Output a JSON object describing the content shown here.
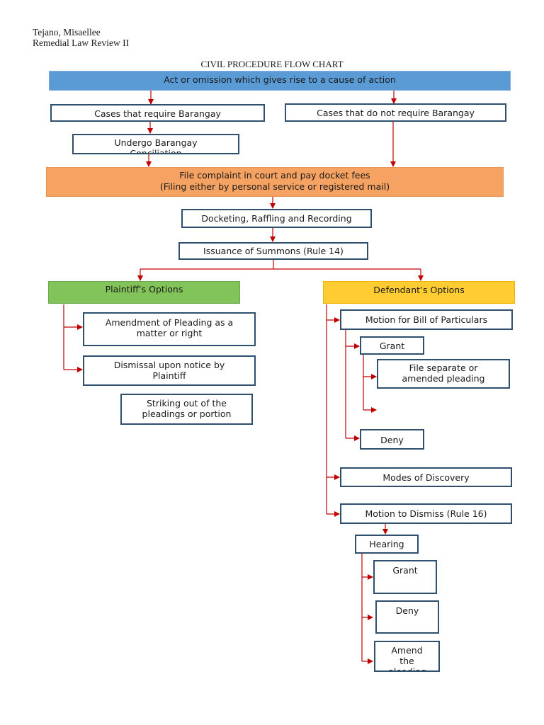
{
  "header": {
    "author": "Tejano, Misaellee",
    "course": "Remedial Law Review II"
  },
  "title": "CIVIL PROCEDURE FLOW CHART",
  "nodes": {
    "cause": "Act or omission which gives rise to a cause of action",
    "require_barangay": "Cases that require Barangay",
    "no_barangay": "Cases that do not require Barangay",
    "barangay_conciliation": "Undergo Barangay Conciliation",
    "file_complaint_1": "File complaint in court and pay docket fees",
    "file_complaint_2": "(Filing either by personal service or registered mail)",
    "docketing": "Docketing, Raffling and Recording",
    "summons": "Issuance of Summons (Rule 14)",
    "plaintiff_options": "Plaintiff’s Options",
    "defendant_options": "Defendant’s Options",
    "amendment": "Amendment of Pleading as a matter or right",
    "dismissal_notice": "Dismissal upon notice by Plaintiff",
    "striking": "Striking out of the pleadings or portion",
    "bill_particulars": "Motion for Bill of Particulars",
    "bp_grant": "Grant",
    "file_separate": "File separate or amended pleading",
    "bp_deny": "Deny",
    "discovery": "Modes of Discovery",
    "motion_dismiss": "Motion to Dismiss (Rule 16)",
    "hearing": "Hearing",
    "md_grant": "Grant",
    "md_deny": "Deny",
    "md_amend": "Amend the pleading"
  },
  "colors": {
    "arrow": "#c00000",
    "box_border": "#2f4f6f",
    "blue_band": "#5b9bd5",
    "orange_band": "#f5a262",
    "green_band": "#82c35a",
    "yellow_band": "#ffcc33"
  }
}
